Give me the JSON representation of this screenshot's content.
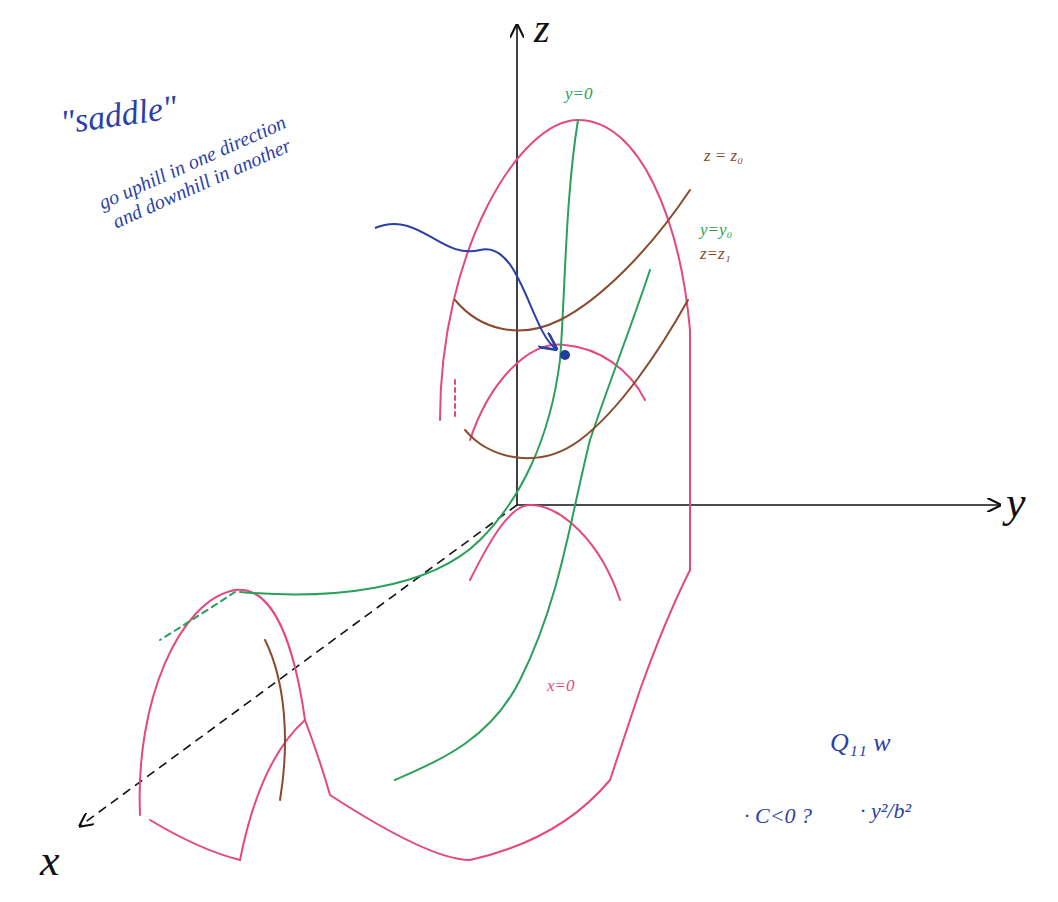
{
  "diagram": {
    "labels": [
      "z",
      "y",
      "x",
      "\"saddle\"",
      "go uphill in one direction and downhill in another",
      "y=0",
      "z = z₀",
      "y=y₀",
      "z=z₁",
      "x=0",
      "Q₁₁ w",
      "· C<0 ?",
      "· y²/b²"
    ]
  }
}
